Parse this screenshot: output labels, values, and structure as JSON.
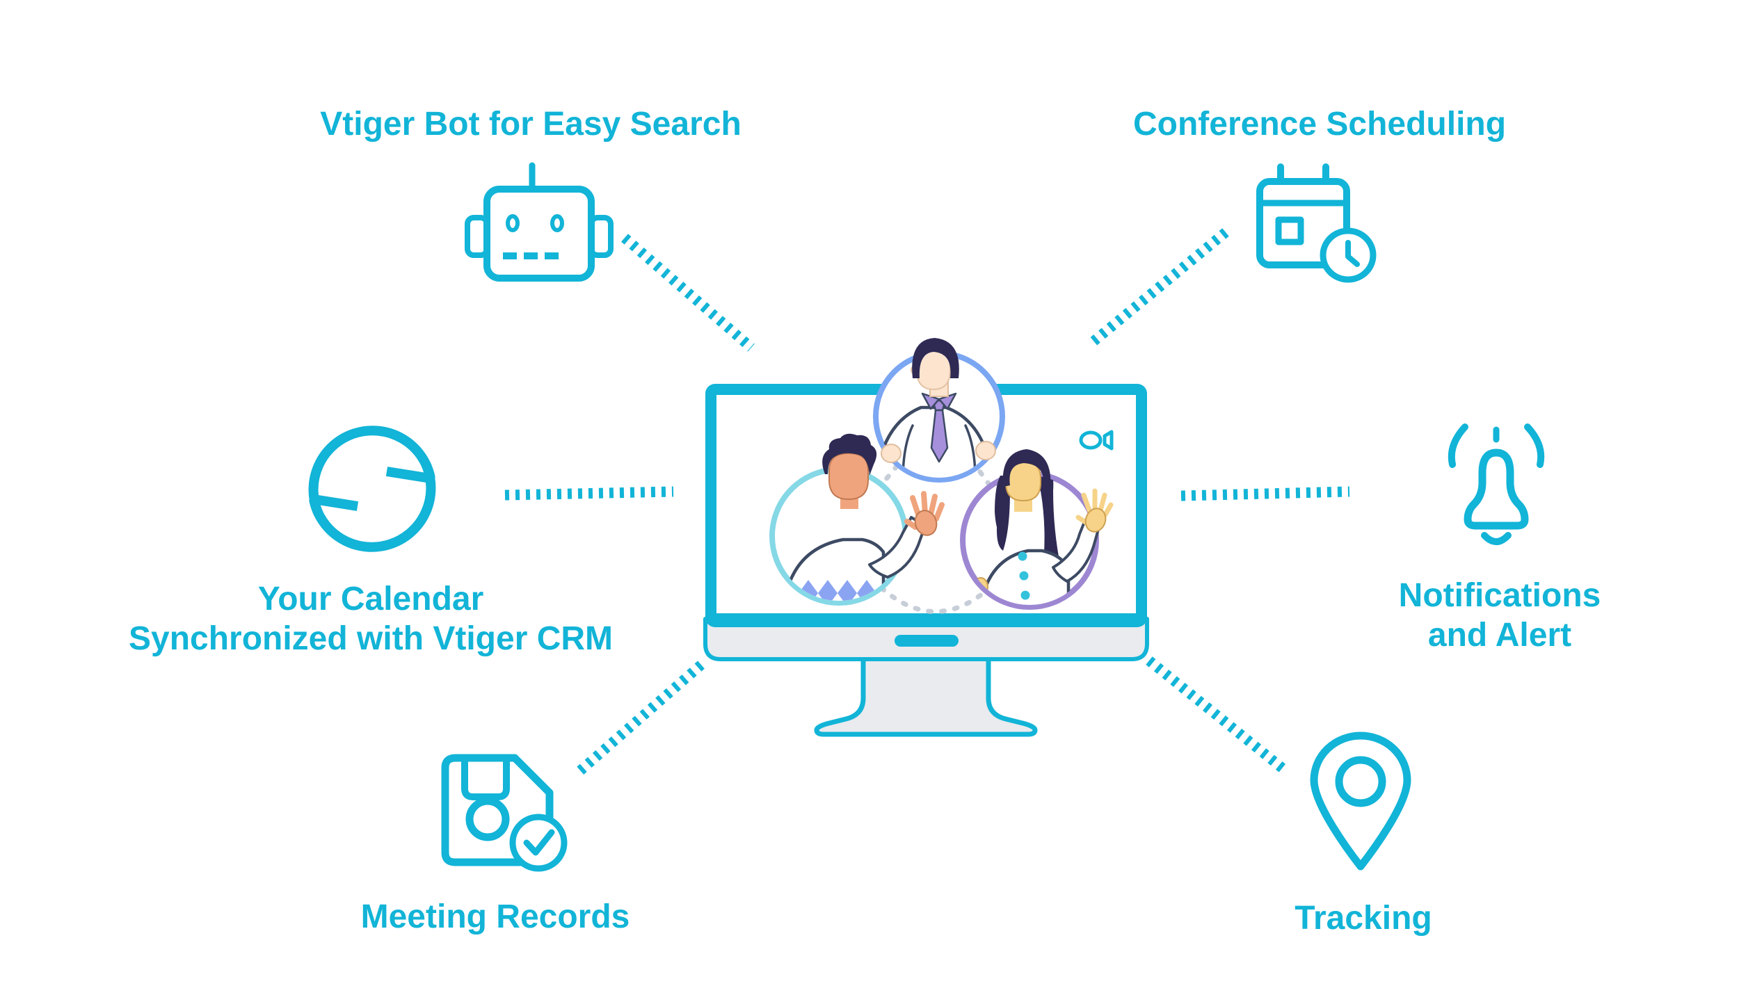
{
  "colors": {
    "brand": "#12b4d7",
    "connector_dash": "#12b4d7",
    "screen_link_dash": "#c7ced8",
    "monitor_gray": "#e9ebef",
    "ring_blue": "#7ba6f2",
    "ring_cyan": "#85d8e6",
    "ring_purple": "#9d87d2",
    "outline_navy": "#3d4a63",
    "hair_navy": "#2e2a54",
    "accent_purple": "#a690dc",
    "zigzag_periwinkle": "#8ba4f2",
    "button_dot_cyan": "#33c2dc"
  },
  "features": [
    {
      "id": "vtiger-bot",
      "icon": "robot-icon",
      "lines": [
        "Vtiger Bot for Easy Search"
      ]
    },
    {
      "id": "conference-scheduling",
      "icon": "calendar-clock-icon",
      "lines": [
        "Conference Scheduling"
      ]
    },
    {
      "id": "calendar-sync",
      "icon": "sync-arrows-icon",
      "lines": [
        "Your Calendar",
        "Synchronized with Vtiger CRM"
      ]
    },
    {
      "id": "notifications",
      "icon": "bell-icon",
      "lines": [
        "Notifications",
        "and Alert"
      ]
    },
    {
      "id": "meeting-records",
      "icon": "floppy-disk-check-icon",
      "lines": [
        "Meeting Records"
      ]
    },
    {
      "id": "tracking",
      "icon": "location-pin-icon",
      "lines": [
        "Tracking"
      ]
    }
  ]
}
